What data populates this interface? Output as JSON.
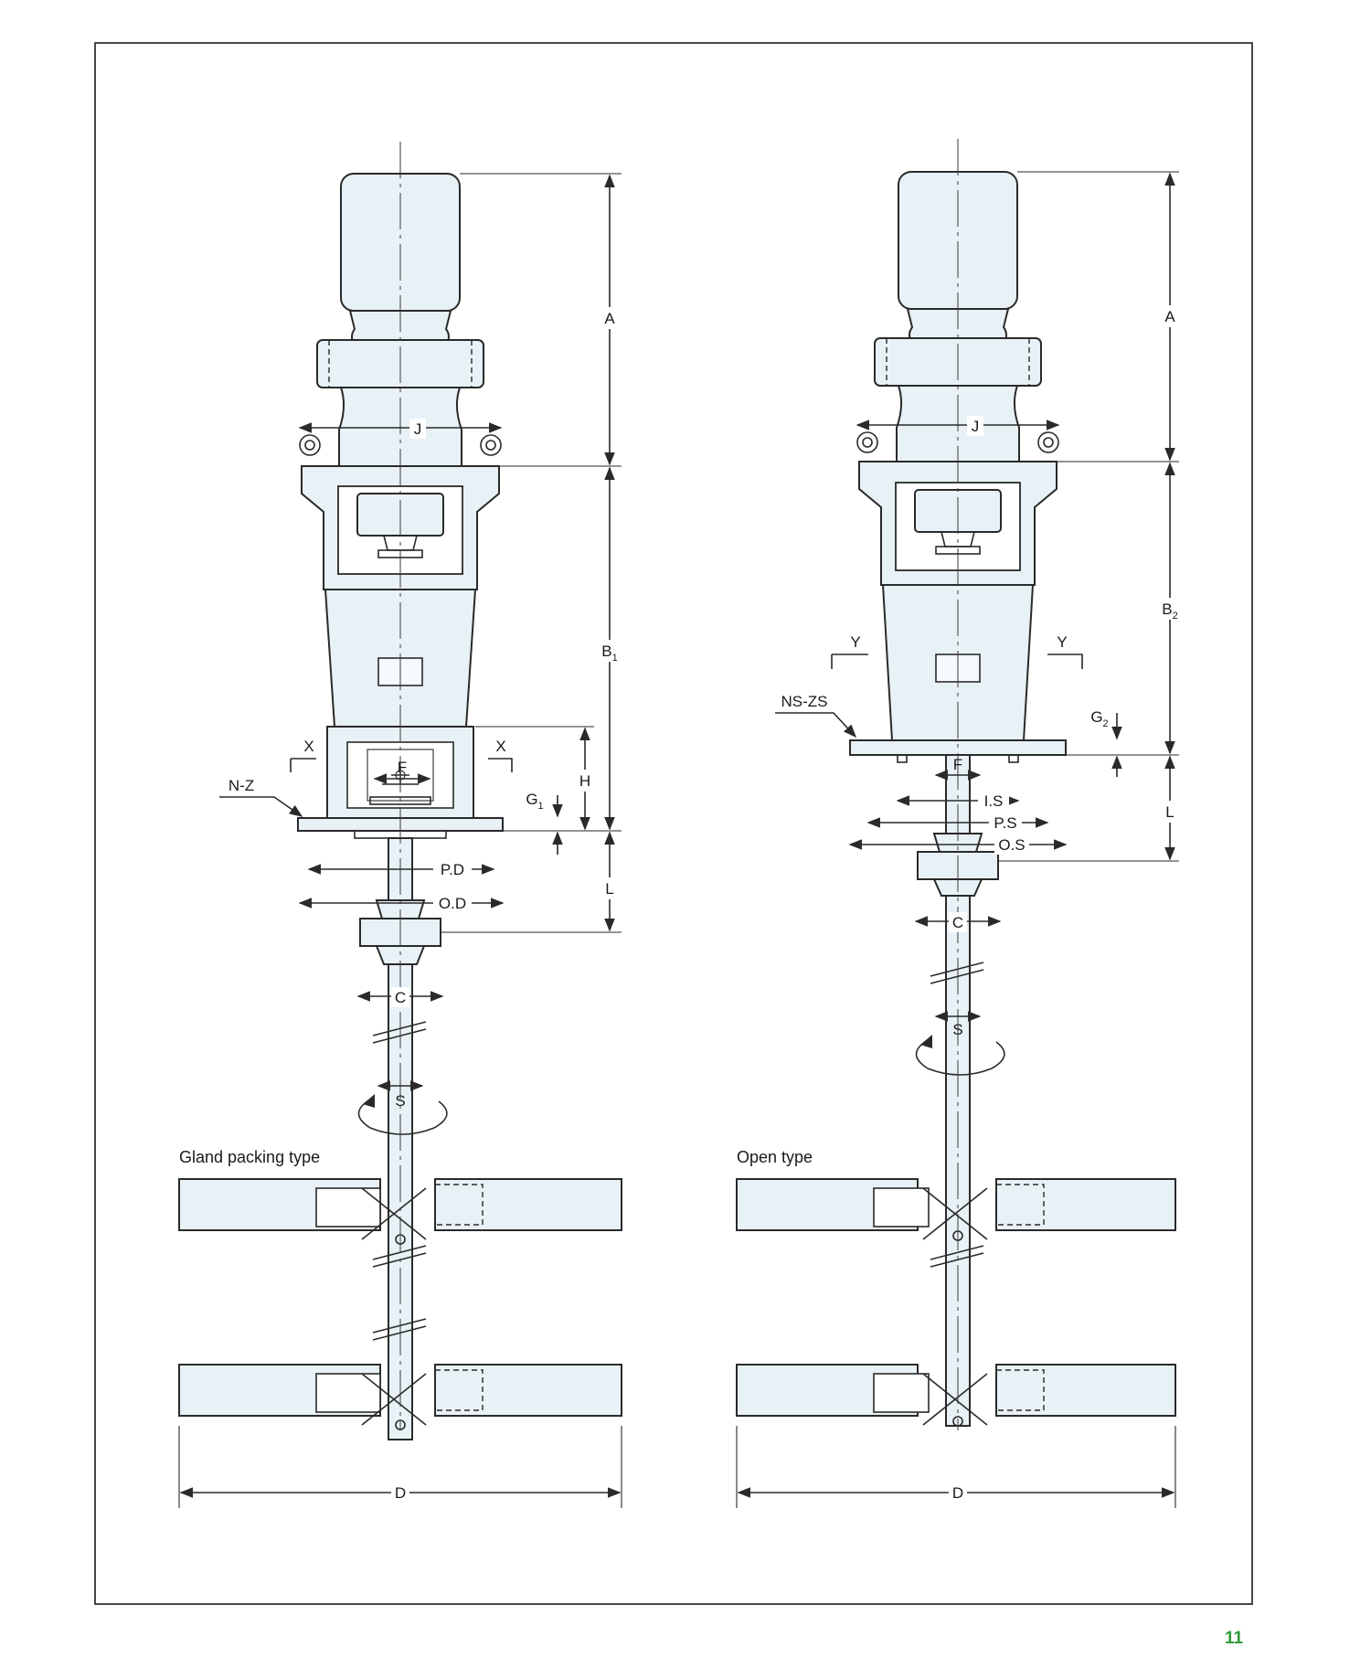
{
  "page_number": "11",
  "left_drawing": {
    "caption": "Gland packing type",
    "labels": {
      "A": "A",
      "B": "B",
      "B_sub": "1",
      "J": "J",
      "H": "H",
      "G": "G",
      "G_sub": "1",
      "L": "L",
      "F": "F",
      "X_left": "X",
      "X_right": "X",
      "seal": "N-Z",
      "PD": "P.D",
      "OD": "O.D",
      "C": "C",
      "S": "S",
      "D": "D"
    }
  },
  "right_drawing": {
    "caption": "Open type",
    "labels": {
      "A": "A",
      "B": "B",
      "B_sub": "2",
      "J": "J",
      "Y_left": "Y",
      "Y_right": "Y",
      "seal": "NS-ZS",
      "G": "G",
      "G_sub": "2",
      "L": "L",
      "F": "F",
      "IS": "I.S",
      "PS": "P.S",
      "OS": "O.S",
      "C": "C",
      "S": "S",
      "D": "D"
    }
  },
  "colors": {
    "body_fill": "#e8f1f6",
    "line": "#2a2a2a",
    "page_number": "#2e9a3a"
  }
}
